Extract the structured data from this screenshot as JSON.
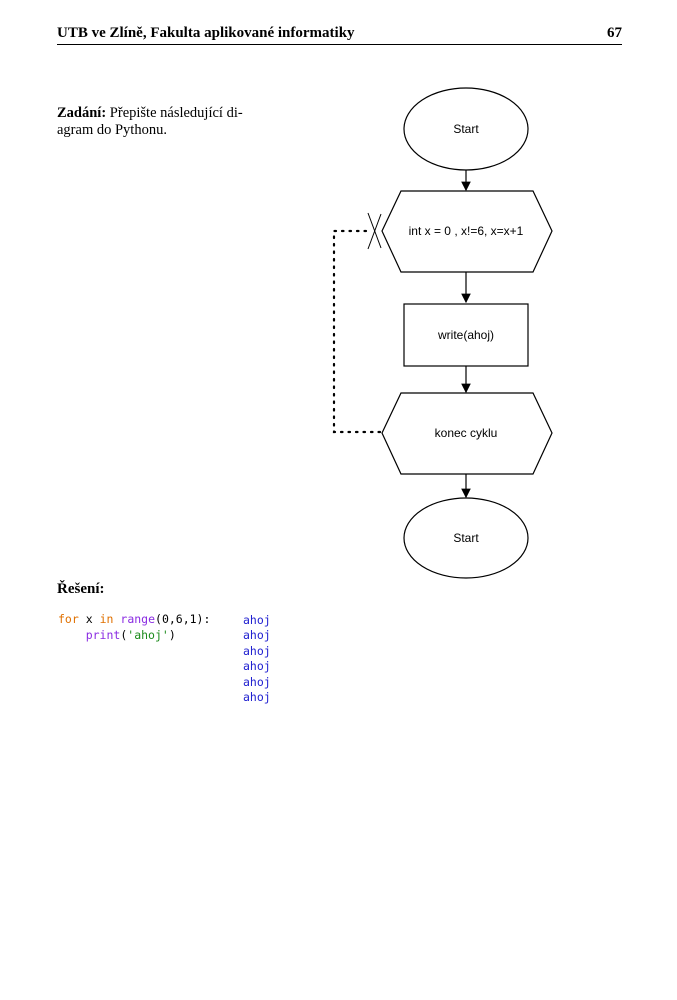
{
  "header": {
    "title": "UTB ve Zlíně, Fakulta aplikované informatiky",
    "page_number": "67"
  },
  "task": {
    "label": "Zadání:",
    "text": " Přepište následující di-agram do Pythonu."
  },
  "diagram": {
    "start_top": "Start",
    "loop_header": "int x = 0 , x!=6, x=x+1",
    "body": "write(ahoj)",
    "loop_end": "konec cyklu",
    "start_bottom": "Start"
  },
  "solution": {
    "label": "Řešení:",
    "code_line1": {
      "kw_for": "for",
      "var": "x",
      "kw_in": "in",
      "fn": "range",
      "args": "(0,6,1):"
    },
    "code_line2": {
      "fn": "print",
      "open": "(",
      "str": "'ahoj'",
      "close": ")"
    },
    "output": [
      "ahoj",
      "ahoj",
      "ahoj",
      "ahoj",
      "ahoj",
      "ahoj"
    ]
  }
}
